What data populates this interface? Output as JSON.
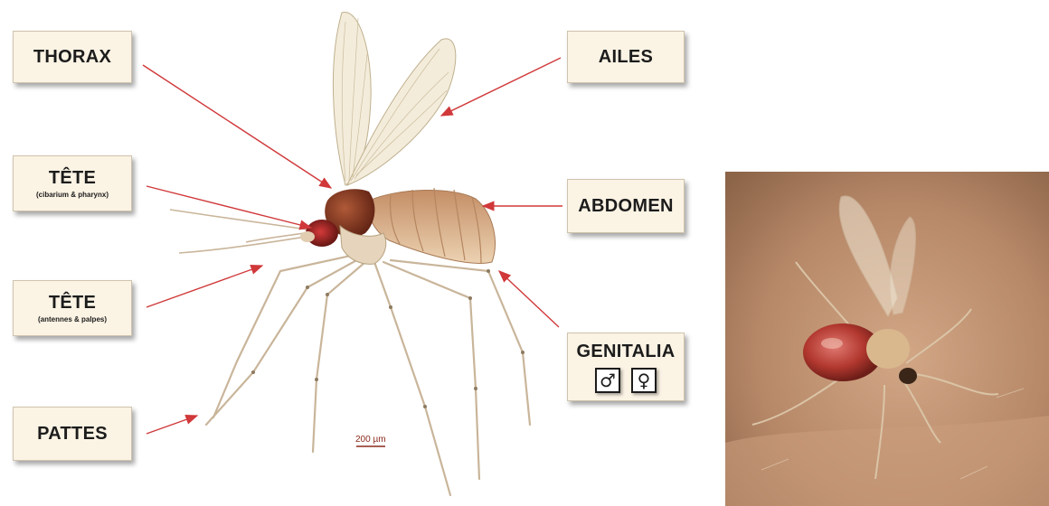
{
  "labels": {
    "thorax": "THORAX",
    "ailes": "AILES",
    "tete1": "TÊTE",
    "tete1_sub": "(cibarium & pharynx)",
    "abdomen": "ABDOMEN",
    "tete2": "TÊTE",
    "tete2_sub": "(antennes & palpes)",
    "genitalia": "GENITALIA",
    "male_symbol": "♂",
    "female_symbol": "♀",
    "pattes": "PATTES"
  },
  "scale_bar": "200 µm",
  "colors": {
    "arrow": "#d0383a",
    "label_bg": "#fbf3e4",
    "thorax": "#8a3a22",
    "abdomen": "#d8aa80",
    "wing": "#f2ead8"
  }
}
